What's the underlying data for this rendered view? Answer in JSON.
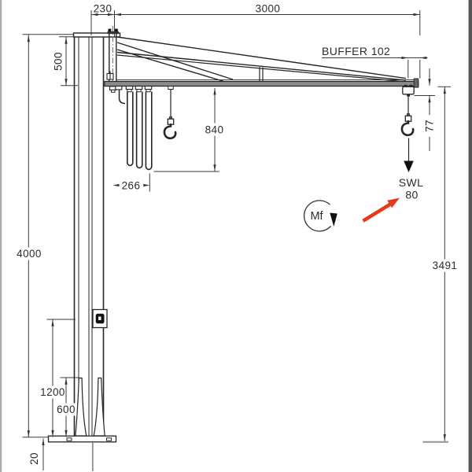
{
  "drawing": {
    "title": "pillar-jib-crane-dimension-drawing",
    "colors": {
      "line": "#262626",
      "dim_line": "#3a3a3a",
      "accent_red": "#e8391d",
      "beam_fill": "#8b8b8b",
      "ghost_gray": "#8f8f8f"
    },
    "labels": {
      "buffer": "BUFFER 102",
      "swl": "SWL",
      "swl_value": "80",
      "moment": "Mf"
    },
    "dimensions": {
      "pivot_offset": "230",
      "outreach": "3000",
      "head_height": "500",
      "hook_path": "840",
      "festoon_width": "266",
      "trolley_drop": "77",
      "column_height": "4000",
      "underhook_clearance": "3491",
      "gusset_height_outer": "1200",
      "gusset_height_inner": "600",
      "baseplate_thickness": "20"
    }
  }
}
